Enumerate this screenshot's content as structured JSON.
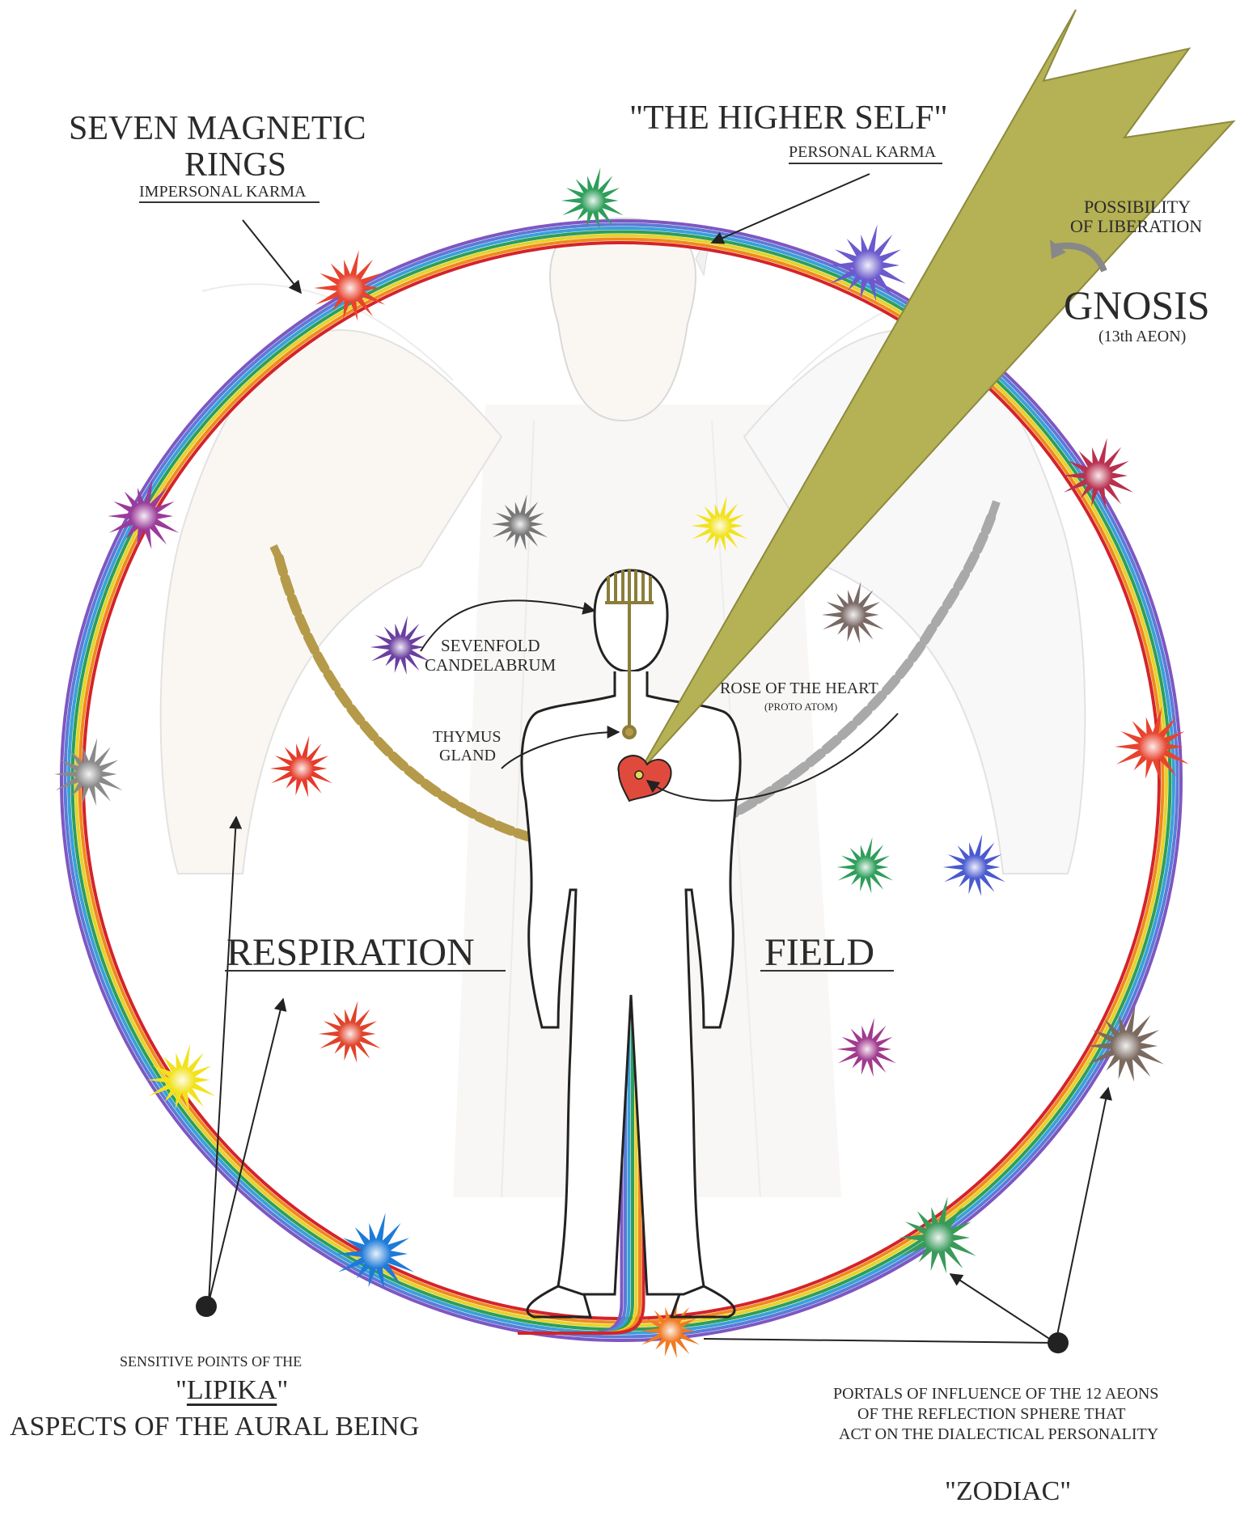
{
  "labels": {
    "rings_title_1": "SEVEN MAGNETIC",
    "rings_title_2": "RINGS",
    "rings_sub": "IMPERSONAL KARMA",
    "higher_self": "\"THE HIGHER SELF\"",
    "higher_self_sub": "PERSONAL KARMA",
    "possibility_1": "POSSIBILITY",
    "possibility_2": "OF LIBERATION",
    "gnosis": "GNOSIS",
    "aeon13": "(13th AEON)",
    "candelabrum_1": "SEVENFOLD",
    "candelabrum_2": "CANDELABRUM",
    "rose_1": "ROSE OF THE HEART",
    "rose_2": "(PROTO ATOM)",
    "thymus_1": "THYMUS",
    "thymus_2": "GLAND",
    "respiration": "RESPIRATION",
    "field": "FIELD",
    "sensitive": "SENSITIVE POINTS OF THE",
    "lipika_q1": "\"",
    "lipika": "LIPIKA",
    "lipika_q2": "\"",
    "aspects": "ASPECTS OF THE AURAL BEING",
    "portals_1": "PORTALS OF INFLUENCE OF THE 12 AEONS",
    "portals_2": "OF THE REFLECTION SPHERE THAT",
    "portals_3": "ACT ON THE DIALECTICAL PERSONALITY",
    "zodiac": "\"ZODIAC\""
  },
  "colors": {
    "ring_colors": [
      "#7e57c2",
      "#5c7bd8",
      "#3aa0d8",
      "#2e9e5a",
      "#e8d22a",
      "#ef8a1e",
      "#d4232a"
    ],
    "beam": "#b5b155",
    "gold_chain": "#b59a4a",
    "silver_chain": "#a9a9a9",
    "heart": "#e04a3c"
  },
  "stars": [
    {
      "name": "star-ring-green-top",
      "color": "#2e9e5a"
    },
    {
      "name": "star-ring-red-upper-left",
      "color": "#e8432f"
    },
    {
      "name": "star-ring-purple-upper-right",
      "color": "#6a5acd"
    },
    {
      "name": "star-ring-purple-left",
      "color": "#9b3b9a"
    },
    {
      "name": "star-ring-crimson-right",
      "color": "#b8314f"
    },
    {
      "name": "star-gray-upper",
      "color": "#777777"
    },
    {
      "name": "star-yellow-upper",
      "color": "#f2e21c"
    },
    {
      "name": "star-purple-mid-left",
      "color": "#6b3fa0"
    },
    {
      "name": "star-brown-mid-right",
      "color": "#7a6a66"
    },
    {
      "name": "star-ring-gray-left",
      "color": "#8a8a8a"
    },
    {
      "name": "star-red-mid-left",
      "color": "#e53b2a"
    },
    {
      "name": "star-ring-red-right",
      "color": "#e8432f"
    },
    {
      "name": "star-green-mid-right",
      "color": "#2e9e5a"
    },
    {
      "name": "star-blue-mid-right",
      "color": "#4a5ad0"
    },
    {
      "name": "star-red-lower-left",
      "color": "#e0432a"
    },
    {
      "name": "star-magenta-lower-right",
      "color": "#a03a8e"
    },
    {
      "name": "star-ring-brown-right",
      "color": "#7a6a60"
    },
    {
      "name": "star-ring-yellow-left",
      "color": "#f2e21c"
    },
    {
      "name": "star-ring-blue-lower-left",
      "color": "#1e7ad8"
    },
    {
      "name": "star-ring-green-lower-right",
      "color": "#3a9a5a"
    },
    {
      "name": "star-ring-orange-bottom",
      "color": "#f07a22"
    }
  ]
}
